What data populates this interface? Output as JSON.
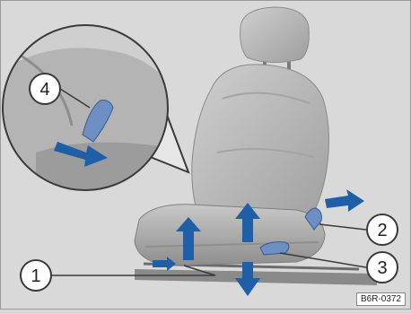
{
  "figure": {
    "reference_code": "B6R-0372",
    "callouts": [
      {
        "id": "callout-1",
        "label": "1"
      },
      {
        "id": "callout-2",
        "label": "2"
      },
      {
        "id": "callout-3",
        "label": "3"
      },
      {
        "id": "callout-4",
        "label": "4"
      }
    ]
  },
  "colors": {
    "background": "#d8d8d8",
    "seat": "#b8b8b8",
    "seat_shadow": "#9a9a9a",
    "arrow_blue": "#1f5fa8",
    "lever_blue": "#6d8fc4",
    "callout_fill": "#ffffff",
    "callout_stroke": "#3a3a3a"
  }
}
